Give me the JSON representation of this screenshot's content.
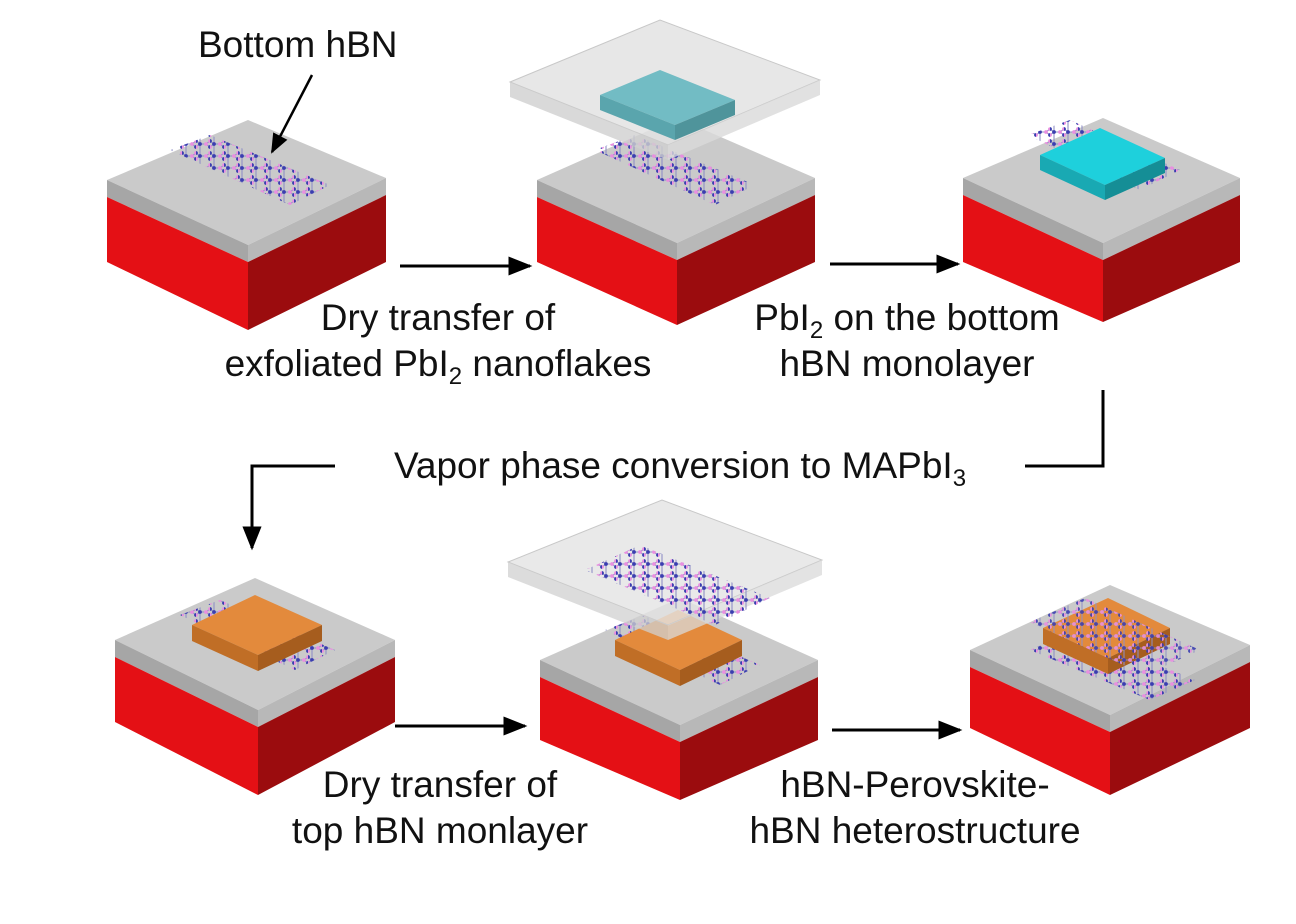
{
  "labels": {
    "bottom_hbn": "Bottom hBN",
    "step1_line1": "Dry transfer of",
    "step1_line2_pre": "exfoliated PbI",
    "step1_line2_sub": "2",
    "step1_line2_post": " nanoflakes",
    "step2_line1_pre": "PbI",
    "step2_line1_sub": "2",
    "step2_line1_post": " on the bottom",
    "step2_line2": "hBN monolayer",
    "step3_pre": "Vapor phase conversion to MAPbI",
    "step3_sub": "3",
    "step4_line1": "Dry transfer of",
    "step4_line2": "top hBN monlayer",
    "step5_line1": "hBN-Perovskite-",
    "step5_line2": "hBN heterostructure"
  },
  "colors": {
    "substrate_top": "#c9c9c9",
    "substrate_left": "#a9a9a9",
    "substrate_right": "#b6b6b6",
    "red_left": "#e41015",
    "red_right": "#9b0c0e",
    "pbi2_flake": "#1ed0dc",
    "pbi2_flake_faded": "#7fc7cc",
    "perovskite_flake": "#e38a3c",
    "hbn_b": "#3a3db0",
    "hbn_n": "#e88fe0"
  },
  "icons": {
    "arrow": "right-arrow-icon",
    "lattice": "hbn-lattice-icon"
  }
}
